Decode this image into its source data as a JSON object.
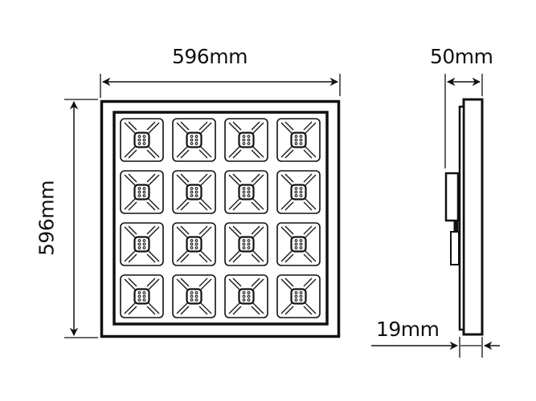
{
  "drawing": {
    "title": "LED panel dimension drawing",
    "front_view": {
      "width_label": "596mm",
      "height_label": "596mm",
      "grid": {
        "rows": 4,
        "columns": 4,
        "cell_count": 16
      },
      "cell_icon": "led-module-reflector"
    },
    "side_view": {
      "depth_label": "50mm",
      "thickness_label": "19mm"
    },
    "colors": {
      "line": "#111111",
      "background": "#ffffff"
    }
  }
}
